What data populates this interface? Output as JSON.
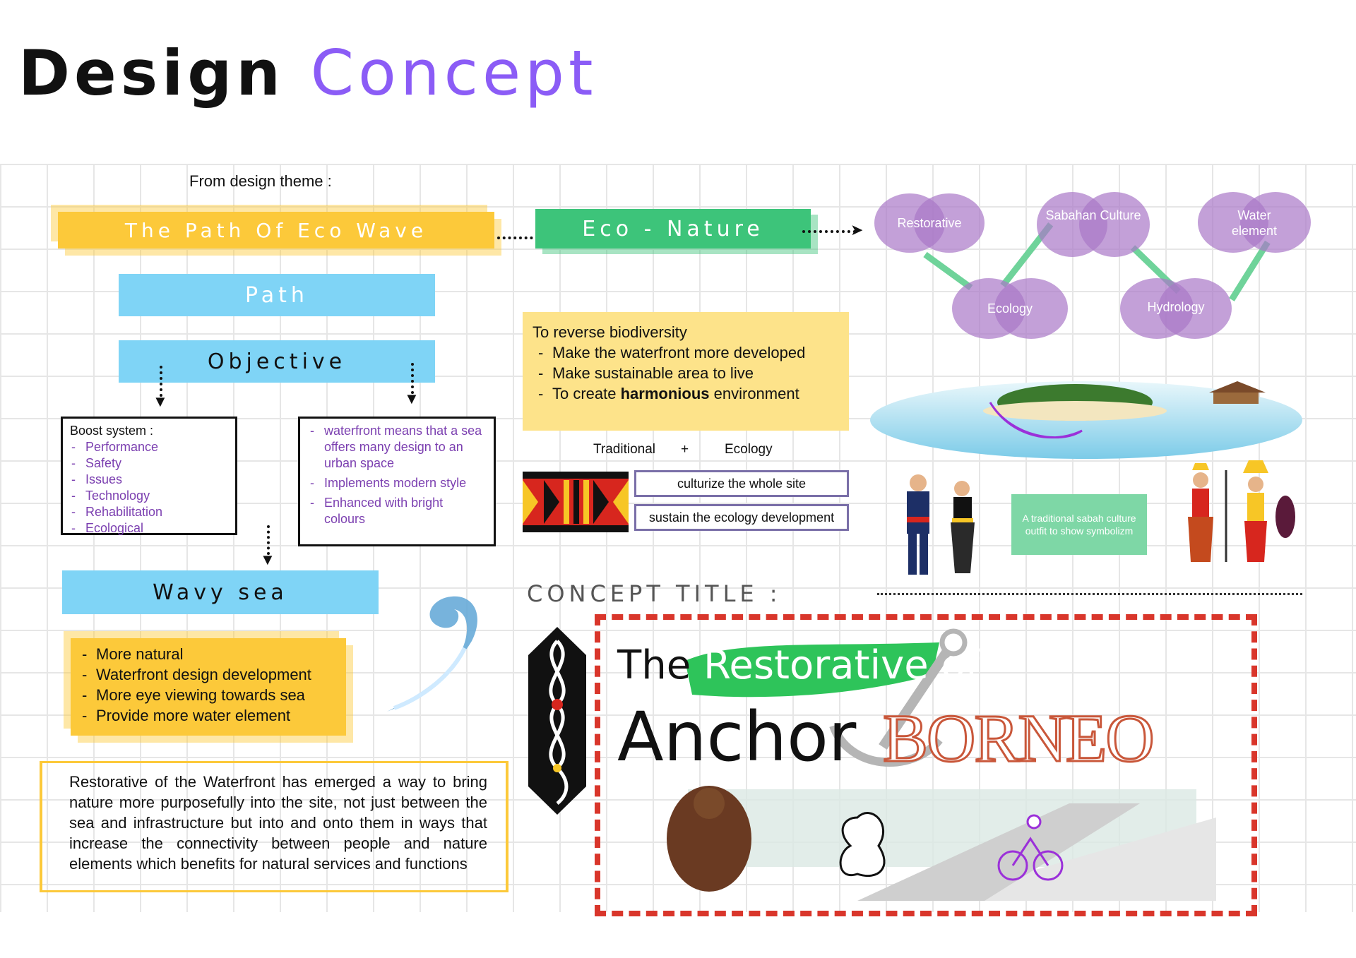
{
  "title": {
    "part1": "Design",
    "part2": "Concept"
  },
  "from_theme": "From design theme :",
  "theme_bar": "The Path Of Eco Wave",
  "eco_nature": "Eco - Nature",
  "path_bar": "Path",
  "objective_bar": "Objective",
  "boost": {
    "heading": "Boost system :",
    "items": [
      "Performance",
      "Safety",
      "Issues",
      "Technology",
      "Rehabilitation",
      "Ecological"
    ]
  },
  "waterfront_list": [
    "waterfront means that a sea offers many design to an urban space",
    "Implements modern style",
    "Enhanced with bright colours"
  ],
  "wavy_sea_bar": "Wavy sea",
  "wavy_points": [
    "More natural",
    "Waterfront design development",
    "More eye viewing towards sea",
    "Provide more water element"
  ],
  "description": "Restorative of the Waterfront has emerged a way to bring nature more purposefully into the site, not just between the sea and infrastructure but into and onto them in ways that increase the connectivity between people and nature elements which benefits for natural services and functions",
  "reverse": {
    "heading": "To reverse biodiversity",
    "items": [
      "Make the waterfront more developed",
      "Make sustainable area to live"
    ],
    "last_prefix": "To create ",
    "last_bold": "harmonious",
    "last_suffix": " environment"
  },
  "trad_eco": {
    "left": "Traditional",
    "plus": "+",
    "right": "Ecology"
  },
  "culturize": "culturize the whole site",
  "sustain": "sustain the ecology development",
  "bubbles": {
    "restorative": "Restorative",
    "sabahan": "Sabahan Culture",
    "water": "Water element",
    "ecology": "Ecology",
    "hydrology": "Hydrology"
  },
  "sabah_note": "A traditional sabah culture outfit to show symbolizm",
  "concept_title_label": "CONCEPT TITLE :",
  "concept": {
    "line1a": "The",
    "line1b": "Restorative of",
    "line2a": "Anchor",
    "line2b": "BORNEO"
  },
  "colors": {
    "accent_purple": "#8b5cf6",
    "yellow": "#fcc93a",
    "green": "#3dc47a",
    "blue": "#7fd4f6",
    "red_dash": "#d9362b"
  }
}
